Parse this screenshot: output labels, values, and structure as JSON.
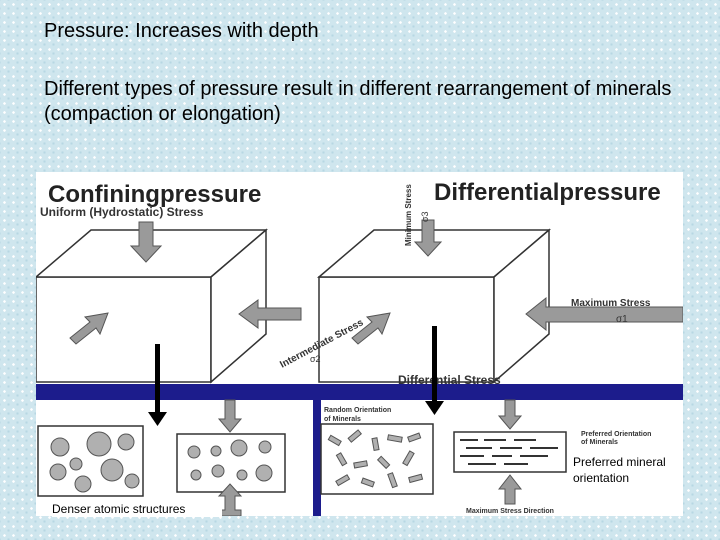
{
  "slide": {
    "title": "Pressure: Increases with depth",
    "body": "Different types of pressure result in different rearrangement of minerals (compaction or elongation)"
  },
  "figure": {
    "left_heading": "Confiningpressure",
    "left_subheading": "Uniform (Hydrostatic) Stress",
    "right_heading": "Differentialpressure",
    "min_stress_label": "Minimum Stress",
    "sigma3": "σ3",
    "max_stress_label": "Maximum Stress",
    "sigma1": "σ1",
    "intermediate_stress_label": "Intermediate Stress",
    "sigma2": "σ2",
    "differential_stress_label": "Differential Stress",
    "random_orientation_label_1": "Random Orientation",
    "random_orientation_label_2": "of Minerals",
    "preferred_orientation_label_1": "Preferred Orientation",
    "preferred_orientation_label_2": "of Minerals",
    "max_stress_direction_label": "Maximum Stress Direction"
  },
  "captions": {
    "left": "Denser atomic structures",
    "right": "Preferred mineral orientation"
  },
  "colors": {
    "figure_band": "#1c1c8c",
    "arrow_fill": "#9a9a9a",
    "mineral_fill": "#b0b0b0"
  }
}
